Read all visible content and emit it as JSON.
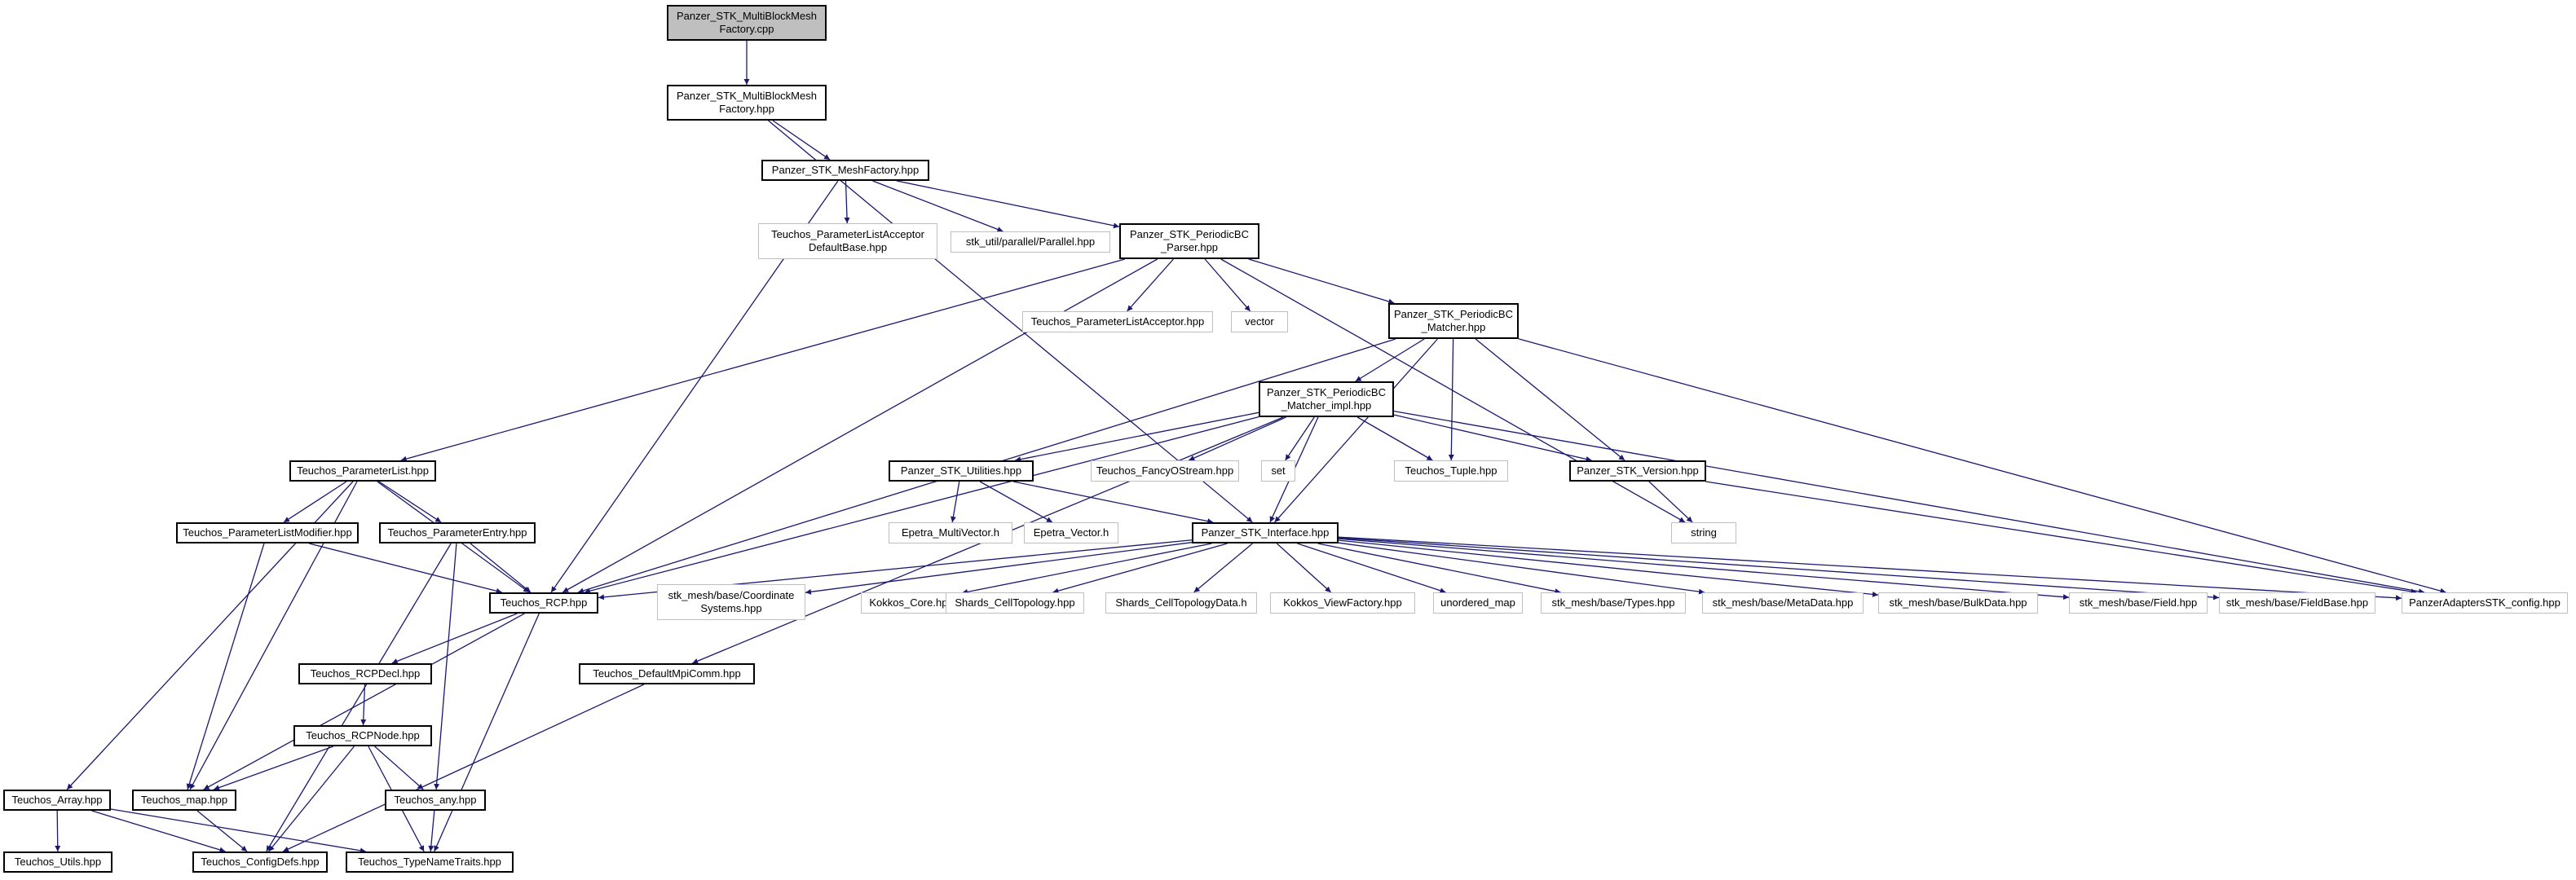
{
  "diagram": {
    "colors": {
      "edge": "#191970",
      "border": "#000000",
      "external_border": "#bfbfbf",
      "root_fill": "#bfbfbf"
    },
    "nodes": [
      {
        "id": "n_mbmf_cpp",
        "lines": [
          "Panzer_STK_MultiBlockMesh",
          "Factory.cpp"
        ],
        "style": "root"
      },
      {
        "id": "n_mbmf_hpp",
        "lines": [
          "Panzer_STK_MultiBlockMesh",
          "Factory.hpp"
        ],
        "style": "internal"
      },
      {
        "id": "n_meshfactory",
        "lines": [
          "Panzer_STK_MeshFactory.hpp"
        ],
        "style": "internal"
      },
      {
        "id": "n_pla_default",
        "lines": [
          "Teuchos_ParameterListAcceptor",
          "DefaultBase.hpp"
        ],
        "style": "external"
      },
      {
        "id": "n_parallel",
        "lines": [
          "stk_util/parallel/Parallel.hpp"
        ],
        "style": "external"
      },
      {
        "id": "n_pbc_parser",
        "lines": [
          "Panzer_STK_PeriodicBC",
          "_Parser.hpp"
        ],
        "style": "internal"
      },
      {
        "id": "n_pla",
        "lines": [
          "Teuchos_ParameterListAcceptor.hpp"
        ],
        "style": "external"
      },
      {
        "id": "n_vector",
        "lines": [
          "vector"
        ],
        "style": "external"
      },
      {
        "id": "n_pbc_matcher",
        "lines": [
          "Panzer_STK_PeriodicBC",
          "_Matcher.hpp"
        ],
        "style": "internal"
      },
      {
        "id": "n_pbc_matcher_impl",
        "lines": [
          "Panzer_STK_PeriodicBC",
          "_Matcher_impl.hpp"
        ],
        "style": "internal"
      },
      {
        "id": "n_paramlist",
        "lines": [
          "Teuchos_ParameterList.hpp"
        ],
        "style": "internal"
      },
      {
        "id": "n_stk_utilities",
        "lines": [
          "Panzer_STK_Utilities.hpp"
        ],
        "style": "internal"
      },
      {
        "id": "n_fancyostream",
        "lines": [
          "Teuchos_FancyOStream.hpp"
        ],
        "style": "external"
      },
      {
        "id": "n_set",
        "lines": [
          "set"
        ],
        "style": "external"
      },
      {
        "id": "n_tuple",
        "lines": [
          "Teuchos_Tuple.hpp"
        ],
        "style": "external"
      },
      {
        "id": "n_stk_version",
        "lines": [
          "Panzer_STK_Version.hpp"
        ],
        "style": "internal"
      },
      {
        "id": "n_plmodifier",
        "lines": [
          "Teuchos_ParameterListModifier.hpp"
        ],
        "style": "internal"
      },
      {
        "id": "n_paramentry",
        "lines": [
          "Teuchos_ParameterEntry.hpp"
        ],
        "style": "internal"
      },
      {
        "id": "n_epetra_mv",
        "lines": [
          "Epetra_MultiVector.h"
        ],
        "style": "external"
      },
      {
        "id": "n_epetra_v",
        "lines": [
          "Epetra_Vector.h"
        ],
        "style": "external"
      },
      {
        "id": "n_stk_interface",
        "lines": [
          "Panzer_STK_Interface.hpp"
        ],
        "style": "internal"
      },
      {
        "id": "n_string",
        "lines": [
          "string"
        ],
        "style": "external"
      },
      {
        "id": "n_rcp",
        "lines": [
          "Teuchos_RCP.hpp"
        ],
        "style": "internal"
      },
      {
        "id": "n_coordsys",
        "lines": [
          "stk_mesh/base/Coordinate",
          "Systems.hpp"
        ],
        "style": "external"
      },
      {
        "id": "n_kokkos_core",
        "lines": [
          "Kokkos_Core.hpp"
        ],
        "style": "external"
      },
      {
        "id": "n_shards_ct",
        "lines": [
          "Shards_CellTopology.hpp"
        ],
        "style": "external"
      },
      {
        "id": "n_shards_ctd",
        "lines": [
          "Shards_CellTopologyData.h"
        ],
        "style": "external"
      },
      {
        "id": "n_kokkos_vf",
        "lines": [
          "Kokkos_ViewFactory.hpp"
        ],
        "style": "external"
      },
      {
        "id": "n_unordered_map",
        "lines": [
          "unordered_map"
        ],
        "style": "external"
      },
      {
        "id": "n_stk_types",
        "lines": [
          "stk_mesh/base/Types.hpp"
        ],
        "style": "external"
      },
      {
        "id": "n_stk_metadata",
        "lines": [
          "stk_mesh/base/MetaData.hpp"
        ],
        "style": "external"
      },
      {
        "id": "n_stk_bulkdata",
        "lines": [
          "stk_mesh/base/BulkData.hpp"
        ],
        "style": "external"
      },
      {
        "id": "n_stk_field",
        "lines": [
          "stk_mesh/base/Field.hpp"
        ],
        "style": "external"
      },
      {
        "id": "n_stk_fieldbase",
        "lines": [
          "stk_mesh/base/FieldBase.hpp"
        ],
        "style": "external"
      },
      {
        "id": "n_panzer_config",
        "lines": [
          "PanzerAdaptersSTK_config.hpp"
        ],
        "style": "external"
      },
      {
        "id": "n_rcpdecl",
        "lines": [
          "Teuchos_RCPDecl.hpp"
        ],
        "style": "internal"
      },
      {
        "id": "n_defaultmpicomm",
        "lines": [
          "Teuchos_DefaultMpiComm.hpp"
        ],
        "style": "internal"
      },
      {
        "id": "n_rcpnode",
        "lines": [
          "Teuchos_RCPNode.hpp"
        ],
        "style": "internal"
      },
      {
        "id": "n_array",
        "lines": [
          "Teuchos_Array.hpp"
        ],
        "style": "internal"
      },
      {
        "id": "n_map",
        "lines": [
          "Teuchos_map.hpp"
        ],
        "style": "internal"
      },
      {
        "id": "n_any",
        "lines": [
          "Teuchos_any.hpp"
        ],
        "style": "internal"
      },
      {
        "id": "n_utils",
        "lines": [
          "Teuchos_Utils.hpp"
        ],
        "style": "internal"
      },
      {
        "id": "n_configdefs",
        "lines": [
          "Teuchos_ConfigDefs.hpp"
        ],
        "style": "internal"
      },
      {
        "id": "n_typenametraits",
        "lines": [
          "Teuchos_TypeNameTraits.hpp"
        ],
        "style": "internal"
      }
    ],
    "edges": [
      [
        "n_mbmf_cpp",
        "n_mbmf_hpp"
      ],
      [
        "n_mbmf_hpp",
        "n_meshfactory"
      ],
      [
        "n_mbmf_hpp",
        "n_stk_interface"
      ],
      [
        "n_meshfactory",
        "n_pla_default"
      ],
      [
        "n_meshfactory",
        "n_parallel"
      ],
      [
        "n_meshfactory",
        "n_pbc_parser"
      ],
      [
        "n_meshfactory",
        "n_rcp"
      ],
      [
        "n_pbc_parser",
        "n_pla"
      ],
      [
        "n_pbc_parser",
        "n_vector"
      ],
      [
        "n_pbc_parser",
        "n_pbc_matcher"
      ],
      [
        "n_pbc_parser",
        "n_paramlist"
      ],
      [
        "n_pbc_parser",
        "n_rcp"
      ],
      [
        "n_pbc_parser",
        "n_string"
      ],
      [
        "n_pbc_matcher",
        "n_pbc_matcher_impl"
      ],
      [
        "n_pbc_matcher",
        "n_tuple"
      ],
      [
        "n_pbc_matcher",
        "n_stk_version"
      ],
      [
        "n_pbc_matcher",
        "n_stk_interface"
      ],
      [
        "n_pbc_matcher",
        "n_panzer_config"
      ],
      [
        "n_pbc_matcher",
        "n_rcp"
      ],
      [
        "n_pbc_matcher_impl",
        "n_stk_utilities"
      ],
      [
        "n_pbc_matcher_impl",
        "n_fancyostream"
      ],
      [
        "n_pbc_matcher_impl",
        "n_set"
      ],
      [
        "n_pbc_matcher_impl",
        "n_tuple"
      ],
      [
        "n_pbc_matcher_impl",
        "n_stk_version"
      ],
      [
        "n_pbc_matcher_impl",
        "n_stk_interface"
      ],
      [
        "n_pbc_matcher_impl",
        "n_panzer_config"
      ],
      [
        "n_pbc_matcher_impl",
        "n_rcp"
      ],
      [
        "n_pbc_matcher_impl",
        "n_defaultmpicomm"
      ],
      [
        "n_stk_version",
        "n_string"
      ],
      [
        "n_stk_version",
        "n_panzer_config"
      ],
      [
        "n_paramlist",
        "n_plmodifier"
      ],
      [
        "n_paramlist",
        "n_paramentry"
      ],
      [
        "n_paramlist",
        "n_rcp"
      ],
      [
        "n_paramlist",
        "n_array"
      ],
      [
        "n_paramlist",
        "n_map"
      ],
      [
        "n_stk_utilities",
        "n_epetra_mv"
      ],
      [
        "n_stk_utilities",
        "n_epetra_v"
      ],
      [
        "n_stk_utilities",
        "n_stk_interface"
      ],
      [
        "n_plmodifier",
        "n_rcp"
      ],
      [
        "n_plmodifier",
        "n_map"
      ],
      [
        "n_paramentry",
        "n_rcp"
      ],
      [
        "n_paramentry",
        "n_any"
      ],
      [
        "n_paramentry",
        "n_configdefs"
      ],
      [
        "n_stk_interface",
        "n_rcp"
      ],
      [
        "n_stk_interface",
        "n_coordsys"
      ],
      [
        "n_stk_interface",
        "n_kokkos_core"
      ],
      [
        "n_stk_interface",
        "n_shards_ct"
      ],
      [
        "n_stk_interface",
        "n_shards_ctd"
      ],
      [
        "n_stk_interface",
        "n_kokkos_vf"
      ],
      [
        "n_stk_interface",
        "n_unordered_map"
      ],
      [
        "n_stk_interface",
        "n_stk_types"
      ],
      [
        "n_stk_interface",
        "n_stk_metadata"
      ],
      [
        "n_stk_interface",
        "n_stk_bulkdata"
      ],
      [
        "n_stk_interface",
        "n_stk_field"
      ],
      [
        "n_stk_interface",
        "n_stk_fieldbase"
      ],
      [
        "n_stk_interface",
        "n_panzer_config"
      ],
      [
        "n_rcp",
        "n_rcpdecl"
      ],
      [
        "n_rcp",
        "n_map"
      ],
      [
        "n_rcp",
        "n_typenametraits"
      ],
      [
        "n_rcpdecl",
        "n_rcpnode"
      ],
      [
        "n_rcpnode",
        "n_map"
      ],
      [
        "n_rcpnode",
        "n_any"
      ],
      [
        "n_rcpnode",
        "n_configdefs"
      ],
      [
        "n_rcpnode",
        "n_typenametraits"
      ],
      [
        "n_defaultmpicomm",
        "n_configdefs"
      ],
      [
        "n_array",
        "n_utils"
      ],
      [
        "n_array",
        "n_configdefs"
      ],
      [
        "n_array",
        "n_typenametraits"
      ],
      [
        "n_map",
        "n_configdefs"
      ],
      [
        "n_any",
        "n_typenametraits"
      ]
    ]
  }
}
